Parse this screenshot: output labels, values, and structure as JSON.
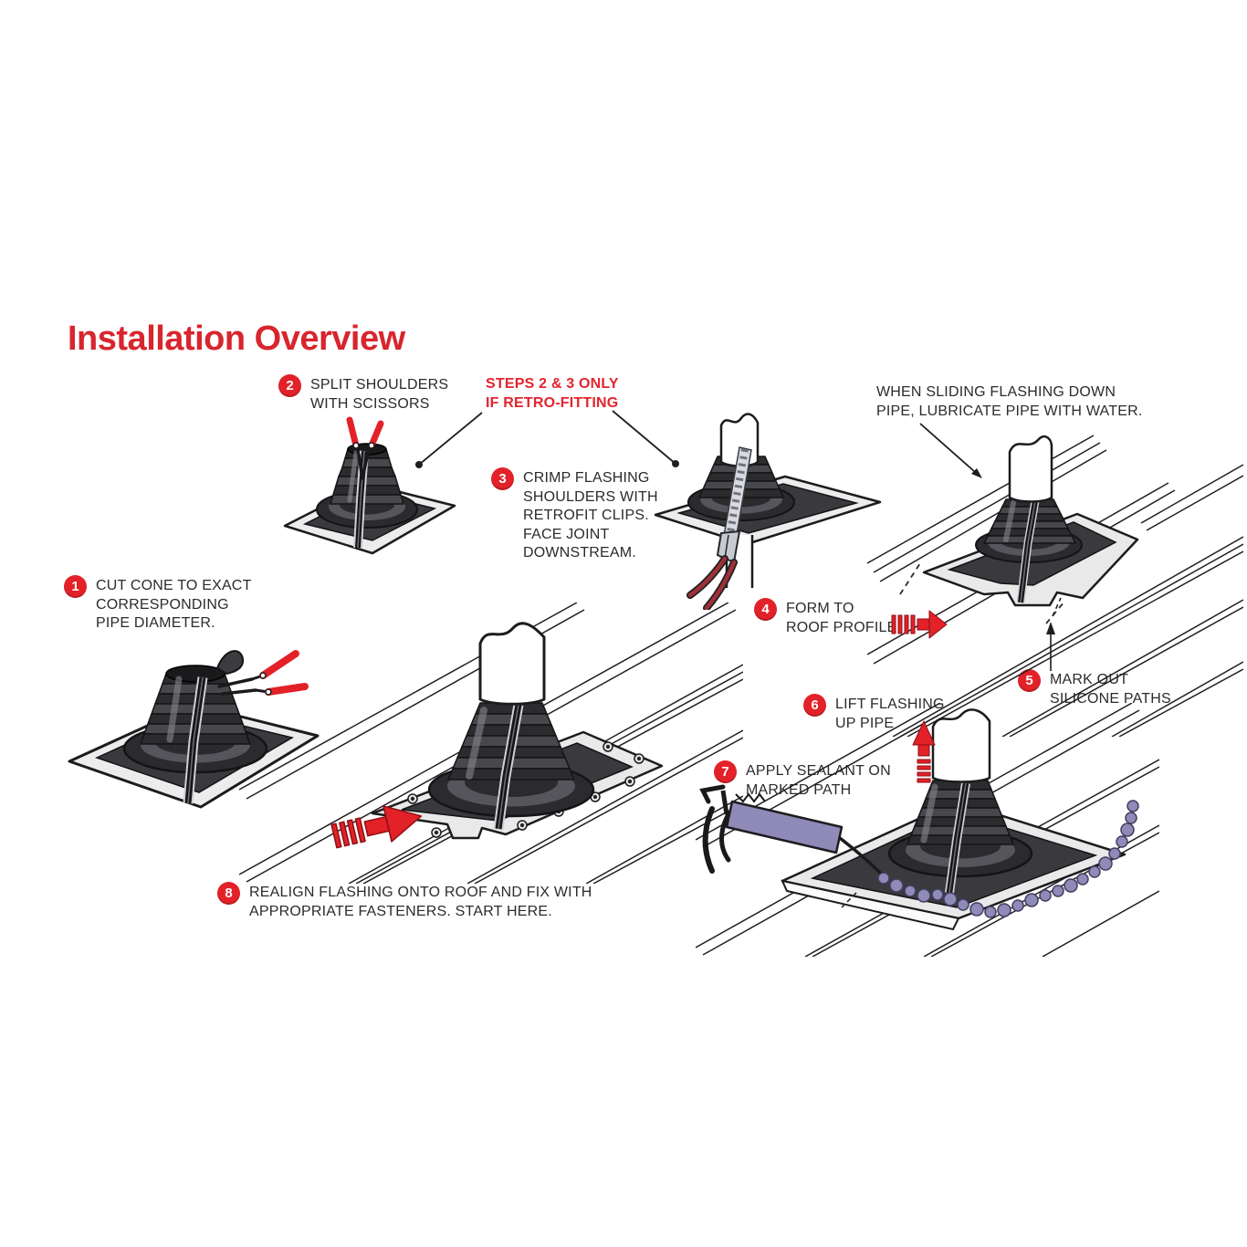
{
  "page": {
    "title": "Installation Overview",
    "background": "#ffffff"
  },
  "colors": {
    "title_red": "#d8252e",
    "accent_red": "#e32128",
    "text": "#2b2b2b",
    "boot_dark": "#2c2c2f",
    "boot_mid": "#55555b",
    "plate_light": "#ececec",
    "epdm_dark": "#3a3a3e",
    "sealant_purple": "#8f8ab8",
    "plier_handle_red": "#9e3038"
  },
  "notes": {
    "retrofit": "STEPS 2 & 3 ONLY\nIF RETRO-FITTING",
    "lubricate": "WHEN SLIDING FLASHING DOWN\nPIPE, LUBRICATE PIPE WITH WATER."
  },
  "steps": [
    {
      "number": "1",
      "text": "CUT CONE TO EXACT\nCORRESPONDING\nPIPE DIAMETER."
    },
    {
      "number": "2",
      "text": "SPLIT SHOULDERS\nWITH SCISSORS"
    },
    {
      "number": "3",
      "text": "CRIMP FLASHING\nSHOULDERS WITH\nRETROFIT CLIPS.\nFACE JOINT\nDOWNSTREAM."
    },
    {
      "number": "4",
      "text": "FORM TO\nROOF PROFILE"
    },
    {
      "number": "5",
      "text": "MARK OUT\nSILICONE PATHS"
    },
    {
      "number": "6",
      "text": "LIFT FLASHING\nUP PIPE"
    },
    {
      "number": "7",
      "text": "APPLY SEALANT ON\nMARKED PATH"
    },
    {
      "number": "8",
      "text": "REALIGN FLASHING ONTO ROOF AND FIX WITH\nAPPROPRIATE FASTENERS. START HERE."
    }
  ]
}
